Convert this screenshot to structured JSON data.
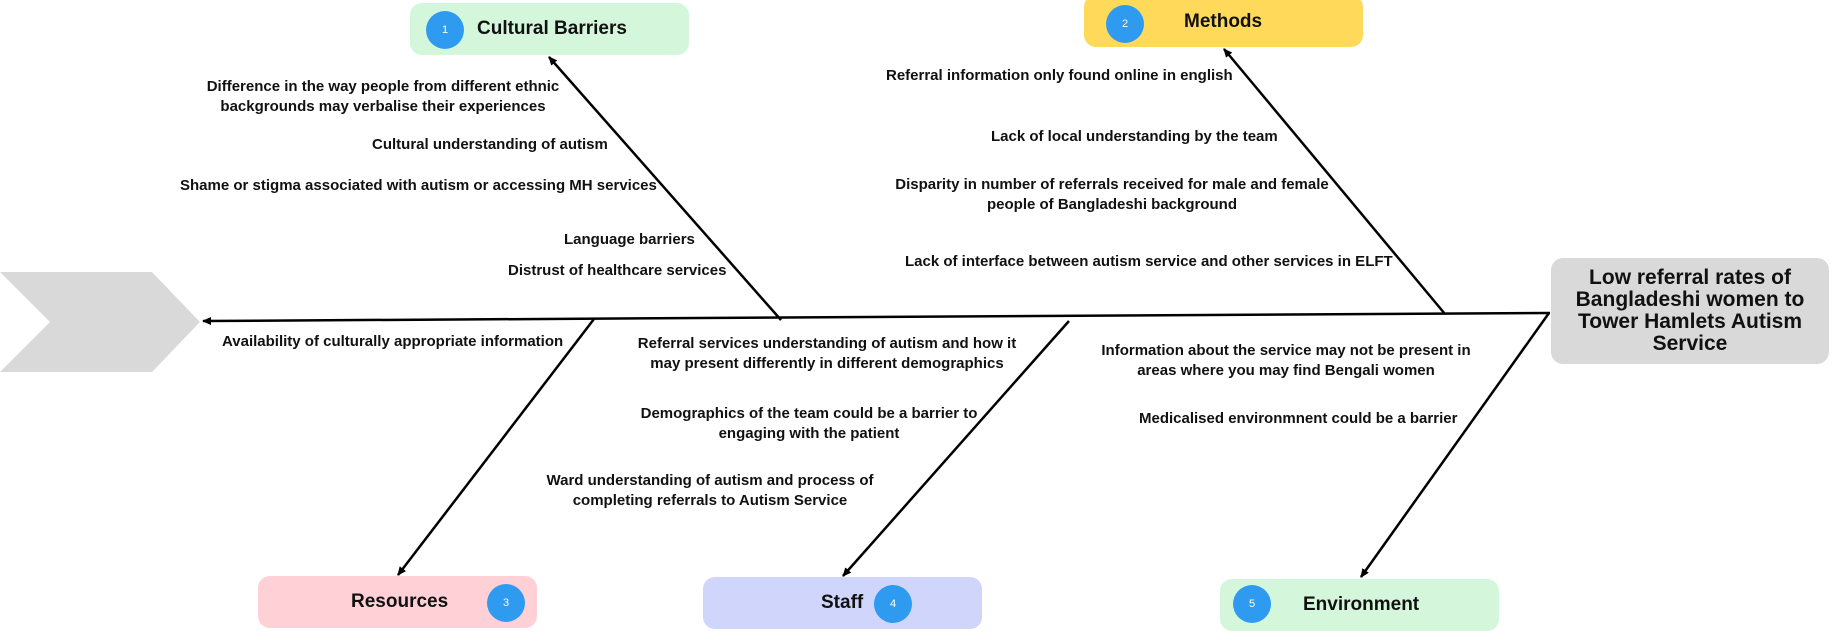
{
  "effect": {
    "label": "Low referral rates of Bangladeshi women to Tower Hamlets Autism Service"
  },
  "categories": [
    {
      "num": "1",
      "label": "Cultural Barriers",
      "color": "#d4f7dc"
    },
    {
      "num": "2",
      "label": "Methods",
      "color": "#ffd95a"
    },
    {
      "num": "3",
      "label": "Resources",
      "color": "#ffd0d6"
    },
    {
      "num": "4",
      "label": "Staff",
      "color": "#d0d6fb"
    },
    {
      "num": "5",
      "label": "Environment",
      "color": "#d4f7dc"
    }
  ],
  "causes": {
    "cultural": [
      "Difference in the way people from different ethnic backgrounds may verbalise their experiences",
      "Cultural understanding of autism",
      "Shame or stigma associated with autism or accessing MH services",
      "Language barriers",
      "Distrust of healthcare services"
    ],
    "methods": [
      "Referral information only found online in english",
      "Lack of local understanding by the team",
      "Disparity in number of referrals received for male and female people of Bangladeshi background",
      "Lack of interface between autism service and other services in ELFT"
    ],
    "resources": [
      "Availability of culturally appropriate information"
    ],
    "staff": [
      "Referral services understanding of autism and how it may present differently in different demographics",
      "Demographics of the team could be a barrier to engaging with the patient",
      "Ward understanding of autism and process of completing referrals to Autism Service"
    ],
    "environment": [
      "Information about the service may not be present in areas where you may find Bengali women",
      "Medicalised environmnent could be a barrier"
    ]
  }
}
